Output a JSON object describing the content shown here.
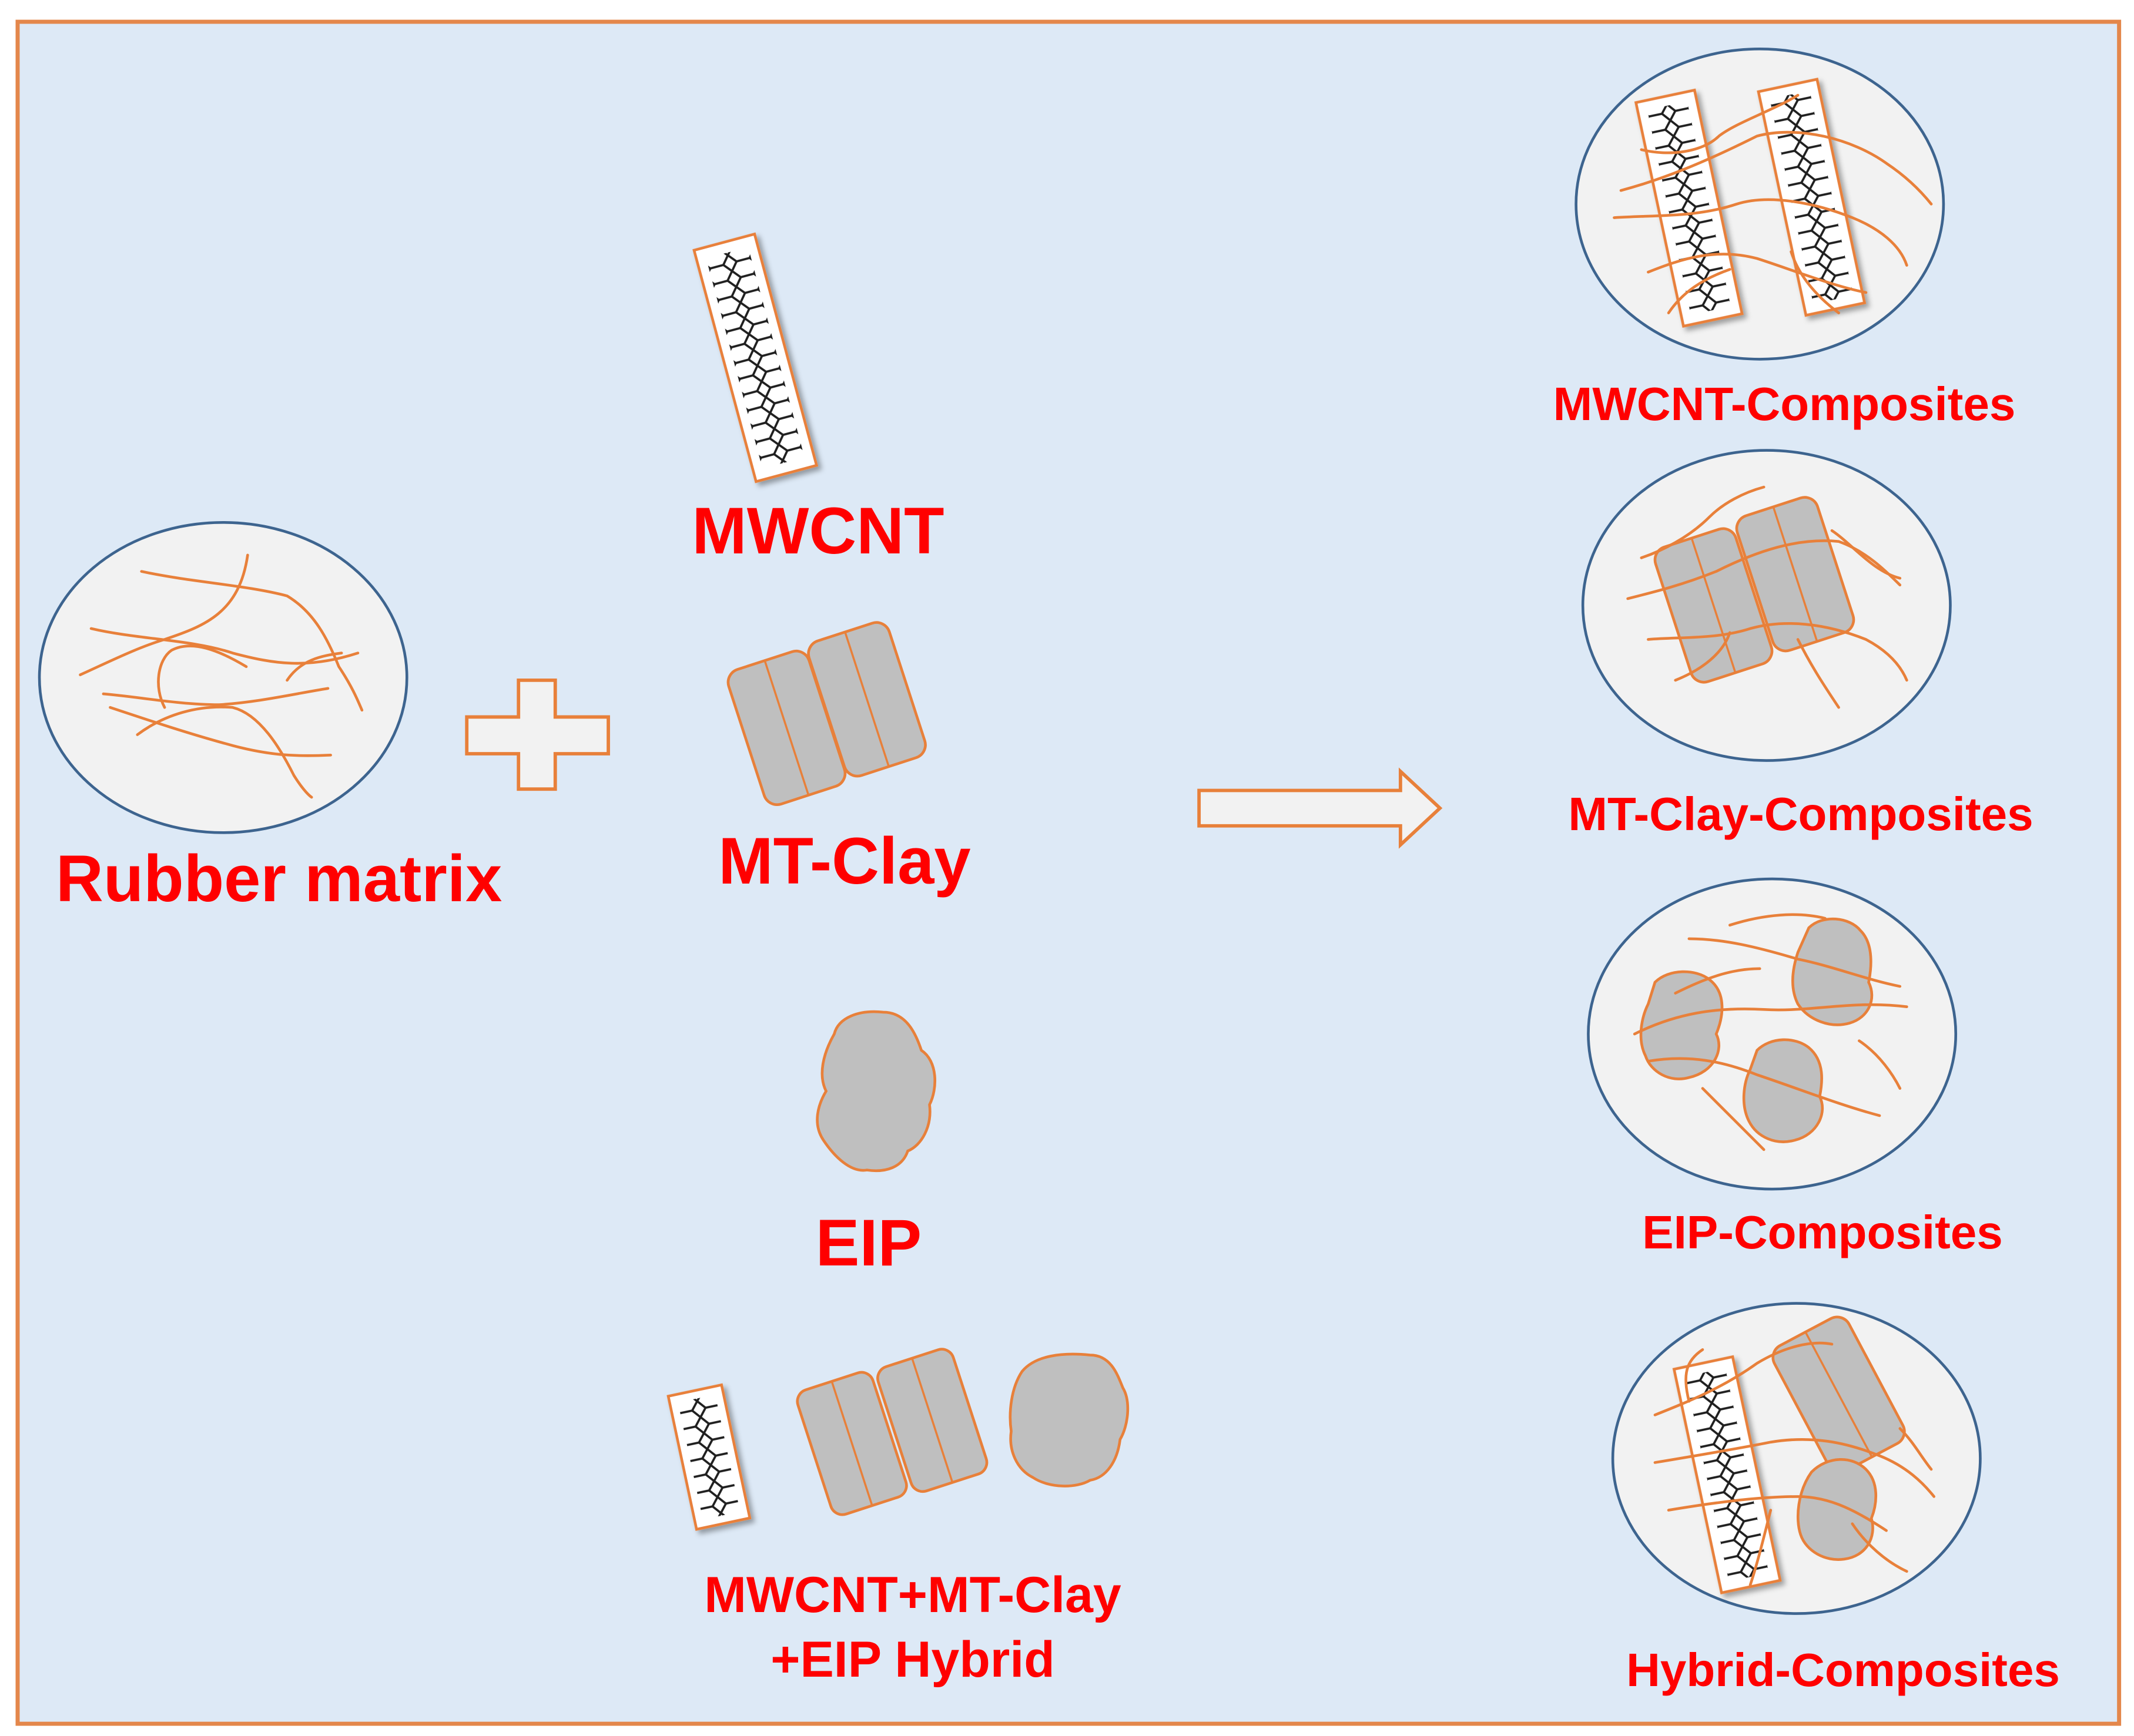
{
  "palette": {
    "panel_fill": "#dde9f6",
    "panel_border": "#e4874b",
    "circle_fill": "#f2f2f2",
    "circle_border": "#3d648f",
    "polymer_chain": "#e8803a",
    "filler_fill": "#bfbfbf",
    "filler_border": "#e8803a",
    "nanotube_mesh": "#1f1f1f",
    "label_color": "#ff0000"
  },
  "inputs": {
    "rubber_matrix": {
      "label": "Rubber matrix"
    },
    "plus_symbol": {
      "icon": "plus-icon"
    },
    "fillers": [
      {
        "id": "mwcnt",
        "label": "MWCNT",
        "icon": "nanotube-icon"
      },
      {
        "id": "mt_clay",
        "label": "MT-Clay",
        "icon": "clay-platelets-icon"
      },
      {
        "id": "eip",
        "label": "EIP",
        "icon": "iron-particle-icon"
      }
    ],
    "hybrid": {
      "label_line1": "MWCNT+MT-Clay",
      "label_line2": "+EIP Hybrid"
    }
  },
  "process_arrow": {
    "icon": "arrow-right-icon"
  },
  "outputs": [
    {
      "id": "mwcnt_composites",
      "label": "MWCNT-Composites"
    },
    {
      "id": "mt_clay_composites",
      "label": "MT-Clay-Composites"
    },
    {
      "id": "eip_composites",
      "label": "EIP-Composites"
    },
    {
      "id": "hybrid_composites",
      "label": "Hybrid-Composites"
    }
  ]
}
